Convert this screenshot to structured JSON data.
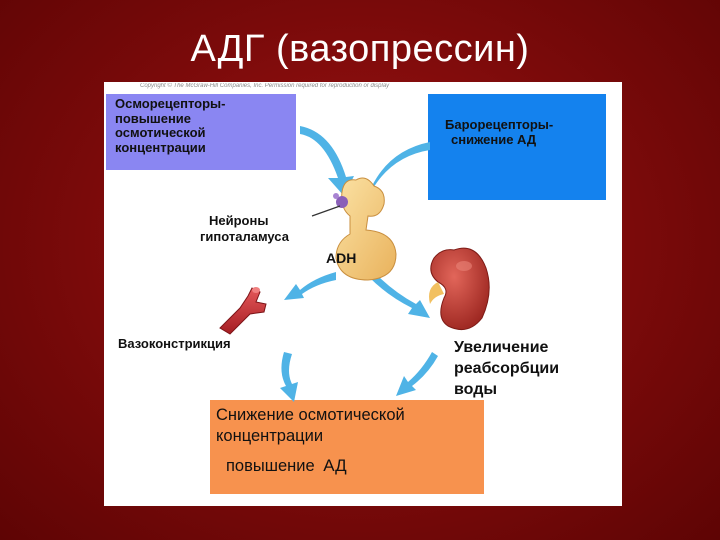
{
  "title": "АДГ (вазопрессин)",
  "copyright": "Copyright © The McGraw-Hill Companies, Inc. Permission required for reproduction or display",
  "boxes": {
    "osmoreceptors": {
      "line1": "Осморецепторы-",
      "line2": "повышение",
      "line3": "осмотической",
      "line4": "концентрации",
      "color": "#8a86f2"
    },
    "baroreceptors": {
      "line1": "Барорецепторы-",
      "line2": "снижение АД",
      "color": "#1482ee"
    },
    "result": {
      "line1": "Снижение осмотической",
      "line2": "концентрации",
      "line3_word": "повышение",
      "line3_ad": "АД",
      "color": "#f7924e"
    }
  },
  "labels": {
    "neurons_line1": "Нейроны",
    "neurons_line2": "гипоталамуса",
    "hormone": "ADH",
    "vasoconstriction": "Вазоконстрикция",
    "reabsorption_line1": "Увеличение",
    "reabsorption_line2": "реабсорбции",
    "reabsorption_line3": "воды"
  },
  "colors": {
    "arrow": "#4fb3e6",
    "background": "#8b0e0e",
    "pituitary": "#f2c879",
    "kidney": "#c0382c",
    "vessel": "#c92d30"
  },
  "icons": [
    "pituitary-gland-icon",
    "blood-vessel-icon",
    "kidney-icon"
  ]
}
